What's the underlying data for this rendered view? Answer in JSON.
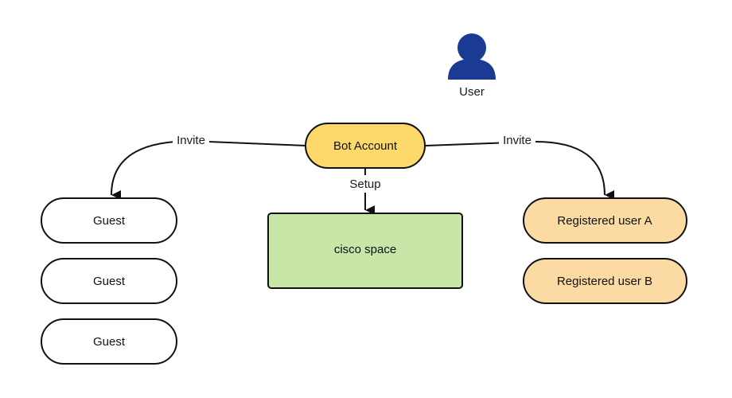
{
  "user": {
    "label": "User",
    "icon": "person-icon",
    "icon_color": "#1b3a94"
  },
  "bot": {
    "label": "Bot Account",
    "fill": "#fdd96b"
  },
  "space": {
    "label": "cisco space",
    "fill": "#c7e6a8"
  },
  "guests": [
    {
      "label": "Guest"
    },
    {
      "label": "Guest"
    },
    {
      "label": "Guest"
    }
  ],
  "registered": [
    {
      "label": "Registered user A"
    },
    {
      "label": "Registered user B"
    }
  ],
  "registered_fill": "#fbdba3",
  "edges": {
    "invite_left": "Invite",
    "invite_right": "Invite",
    "setup": "Setup"
  }
}
